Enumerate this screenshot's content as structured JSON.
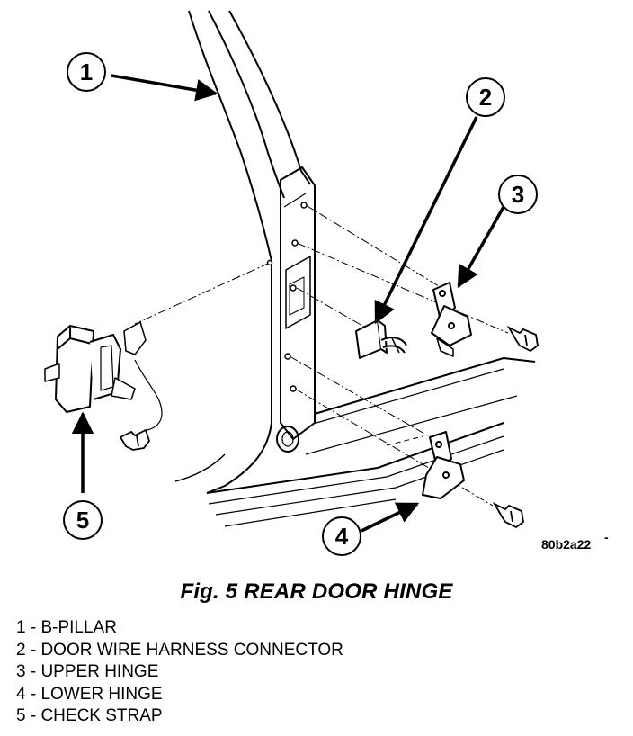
{
  "figure": {
    "caption": "Fig. 5 REAR DOOR HINGE",
    "drawing_code": "80b2a22",
    "callouts": [
      "1",
      "2",
      "3",
      "4",
      "5"
    ]
  },
  "legend": [
    "1 - B-PILLAR",
    "2 - DOOR WIRE HARNESS CONNECTOR",
    "3 - UPPER HINGE",
    "4 - LOWER HINGE",
    "5 - CHECK STRAP"
  ]
}
